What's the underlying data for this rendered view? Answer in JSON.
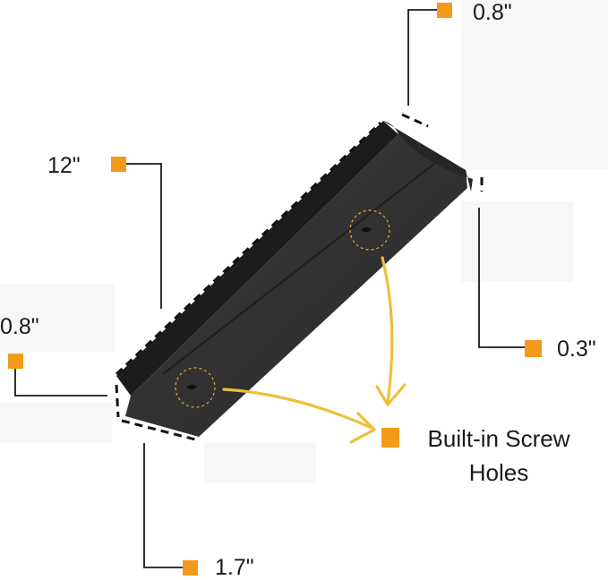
{
  "dimensions": {
    "top_width": "0.8\"",
    "length": "12\"",
    "side_height": "0.8\"",
    "lip_height": "0.3\"",
    "bottom_depth": "1.7\""
  },
  "feature": {
    "line1": "Built-in Screw",
    "line2": "Holes"
  },
  "colors": {
    "marker": "#f39a1b",
    "arrow": "#efbe3a",
    "ledge_body": "#2f2f2f",
    "ledge_top": "#202020",
    "leader_line": "#1a1a1a"
  }
}
